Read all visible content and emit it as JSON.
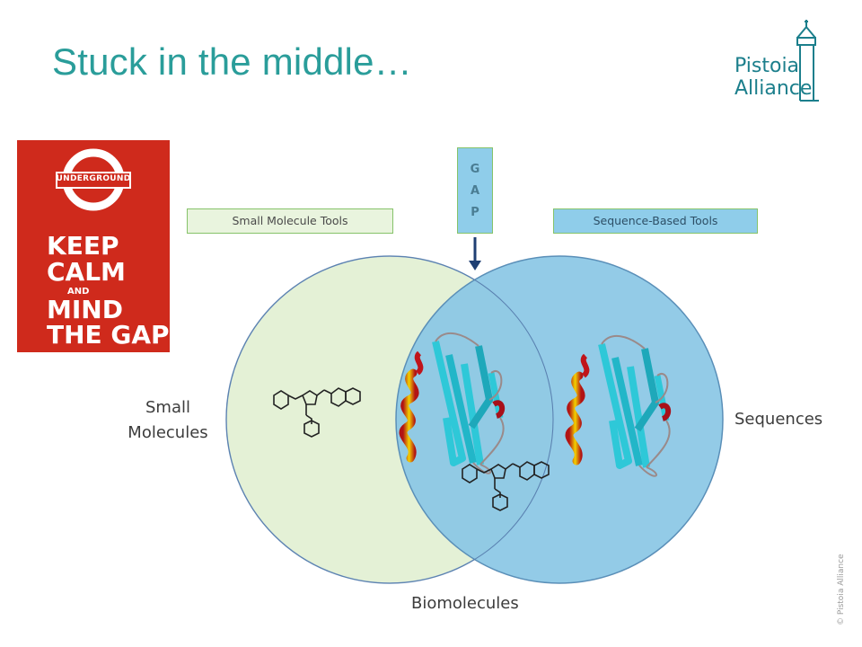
{
  "slide": {
    "title": "Stuck in the middle…"
  },
  "logo": {
    "line1": "Pistoia",
    "line2": "Alliance",
    "color": "#1c7f8c"
  },
  "poster": {
    "roundel_label": "UNDERGROUND",
    "line1": "KEEP",
    "line2": "CALM",
    "line3": "AND",
    "line4": "MIND",
    "line5": "THE GAP",
    "background": "#cf2a1c"
  },
  "tools": {
    "small_molecule": "Small Molecule Tools",
    "sequence_based": "Sequence-Based Tools"
  },
  "gap": {
    "letters": [
      "G",
      "A",
      "P"
    ]
  },
  "circles": {
    "left_label_line1": "Small",
    "left_label_line2": "Molecules",
    "right_label": "Sequences",
    "bottom_label": "Biomolecules",
    "left_color": "#e6f2da",
    "right_color": "#8ac8e6"
  },
  "footer": {
    "copyright": "© Pistoia Alliance"
  },
  "icons": {
    "logo": "pistoia-tower-logo",
    "roundel": "underground-roundel-icon",
    "arrow": "down-arrow-icon",
    "protein": "protein-ribbon-icon",
    "molecule": "small-molecule-structure-icon"
  }
}
